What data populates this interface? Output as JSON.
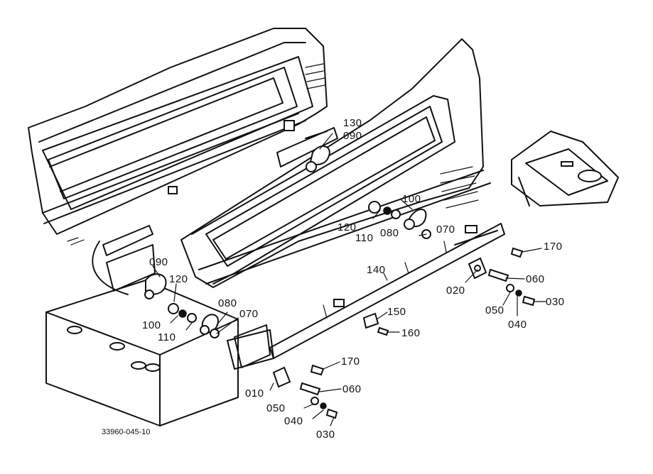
{
  "diagram": {
    "document_code": "33960-045-10",
    "callouts": [
      {
        "id": "c130",
        "text": "130"
      },
      {
        "id": "c090-top",
        "text": "090"
      },
      {
        "id": "c100-right",
        "text": "100"
      },
      {
        "id": "c120-right",
        "text": "120"
      },
      {
        "id": "c110-right",
        "text": "110"
      },
      {
        "id": "c080-right",
        "text": "080"
      },
      {
        "id": "c070-right",
        "text": "070"
      },
      {
        "id": "c170-right",
        "text": "170"
      },
      {
        "id": "c060-right",
        "text": "060"
      },
      {
        "id": "c020",
        "text": "020"
      },
      {
        "id": "c050-right",
        "text": "050"
      },
      {
        "id": "c030-right",
        "text": "030"
      },
      {
        "id": "c040-right",
        "text": "040"
      },
      {
        "id": "c140",
        "text": "140"
      },
      {
        "id": "c150",
        "text": "150"
      },
      {
        "id": "c160",
        "text": "160"
      },
      {
        "id": "c090-left",
        "text": "090"
      },
      {
        "id": "c120-left",
        "text": "120"
      },
      {
        "id": "c080-left",
        "text": "080"
      },
      {
        "id": "c070-left",
        "text": "070"
      },
      {
        "id": "c100-left",
        "text": "100"
      },
      {
        "id": "c110-left",
        "text": "110"
      },
      {
        "id": "c170-left",
        "text": "170"
      },
      {
        "id": "c010",
        "text": "010"
      },
      {
        "id": "c060-left",
        "text": "060"
      },
      {
        "id": "c050-left",
        "text": "050"
      },
      {
        "id": "c040-left",
        "text": "040"
      },
      {
        "id": "c030-left",
        "text": "030"
      }
    ]
  }
}
